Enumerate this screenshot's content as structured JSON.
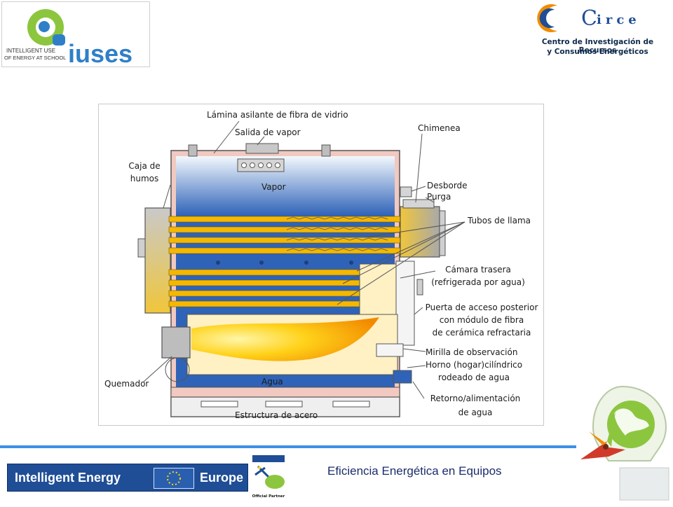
{
  "logos": {
    "iuses": {
      "wordmark": "iuses",
      "tagline_line1": "INTELLIGENT USE",
      "tagline_line2": "OF ENERGY AT SCHOOL"
    },
    "circe": {
      "wordmark": "irce",
      "subtitle_line1": "Centro de Investigación de Recursos",
      "subtitle_line2": "y Consumos Energéticos"
    }
  },
  "diagram": {
    "labels": {
      "insulation": "Lámina asilante de fibra de vidrio",
      "steam_outlet": "Salida de vapor",
      "chimney": "Chimenea",
      "smoke_box_1": "Caja de",
      "smoke_box_2": "humos",
      "vapor": "Vapor",
      "overflow": "Desborde",
      "purge": "Purga",
      "flame_tubes": "Tubos de llama",
      "rear_chamber_1": "Cámara trasera",
      "rear_chamber_2": "(refrigerada por agua)",
      "rear_door_1": "Puerta de acceso posterior",
      "rear_door_2": "con módulo de fibra",
      "rear_door_3": "de cerámica refractaria",
      "sight_glass": "Mirilla de observación",
      "furnace_1": "Horno (hogar)cilíndrico",
      "furnace_2": "rodeado de agua",
      "burner": "Quemador",
      "water": "Agua",
      "return_1": "Retorno/alimentación",
      "return_2": "de agua",
      "structure": "Estructura de acero"
    }
  },
  "footer": {
    "banner_left": "Intelligent Energy",
    "banner_right": "Europe",
    "title": "Eficiencia Energética en Equipos",
    "partner_caption": "Official Partner"
  },
  "colors": {
    "footer_line": "#3d8fe6",
    "banner_bg": "#1f4e96",
    "water_blue": "#2f63b8",
    "flame_tube": "#f5b800",
    "vapor_light": "#eaf3fb",
    "brand_green": "#8cc63f"
  }
}
